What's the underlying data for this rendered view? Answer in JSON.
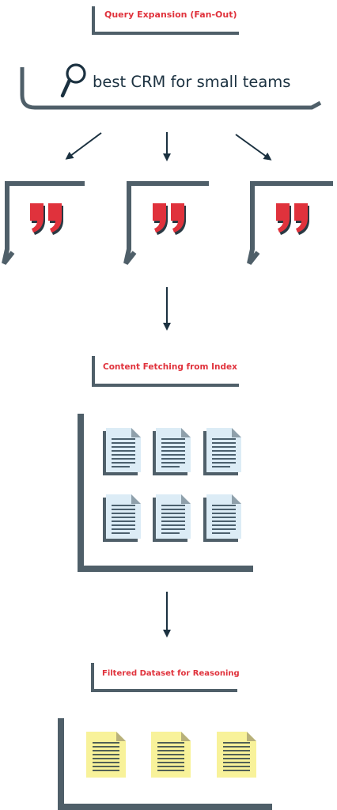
{
  "stages": {
    "query_expansion_label": "Query Expansion (Fan-Out)",
    "content_fetching_label": "Content Fetching from Index",
    "filtered_dataset_label": "Filtered Dataset for Reasoning"
  },
  "search_box": {
    "query": "best CRM for small teams",
    "icon": "magnifier-icon"
  },
  "fan_out_cards": [
    {
      "icon": "quote-icon"
    },
    {
      "icon": "quote-icon"
    },
    {
      "icon": "quote-icon"
    }
  ],
  "fetched_documents_count": 6,
  "filtered_documents_count": 3,
  "colors": {
    "frame": "#4f5f69",
    "arrow": "#1b3140",
    "label_accent": "#e0323c",
    "quote_red": "#e0323c",
    "quote_shadow": "#2a3a44",
    "doc_blue": "#dcecf6",
    "doc_yellow": "#f8f29a",
    "doc_lines": "#1b3140",
    "text_dark": "#1b3140"
  }
}
